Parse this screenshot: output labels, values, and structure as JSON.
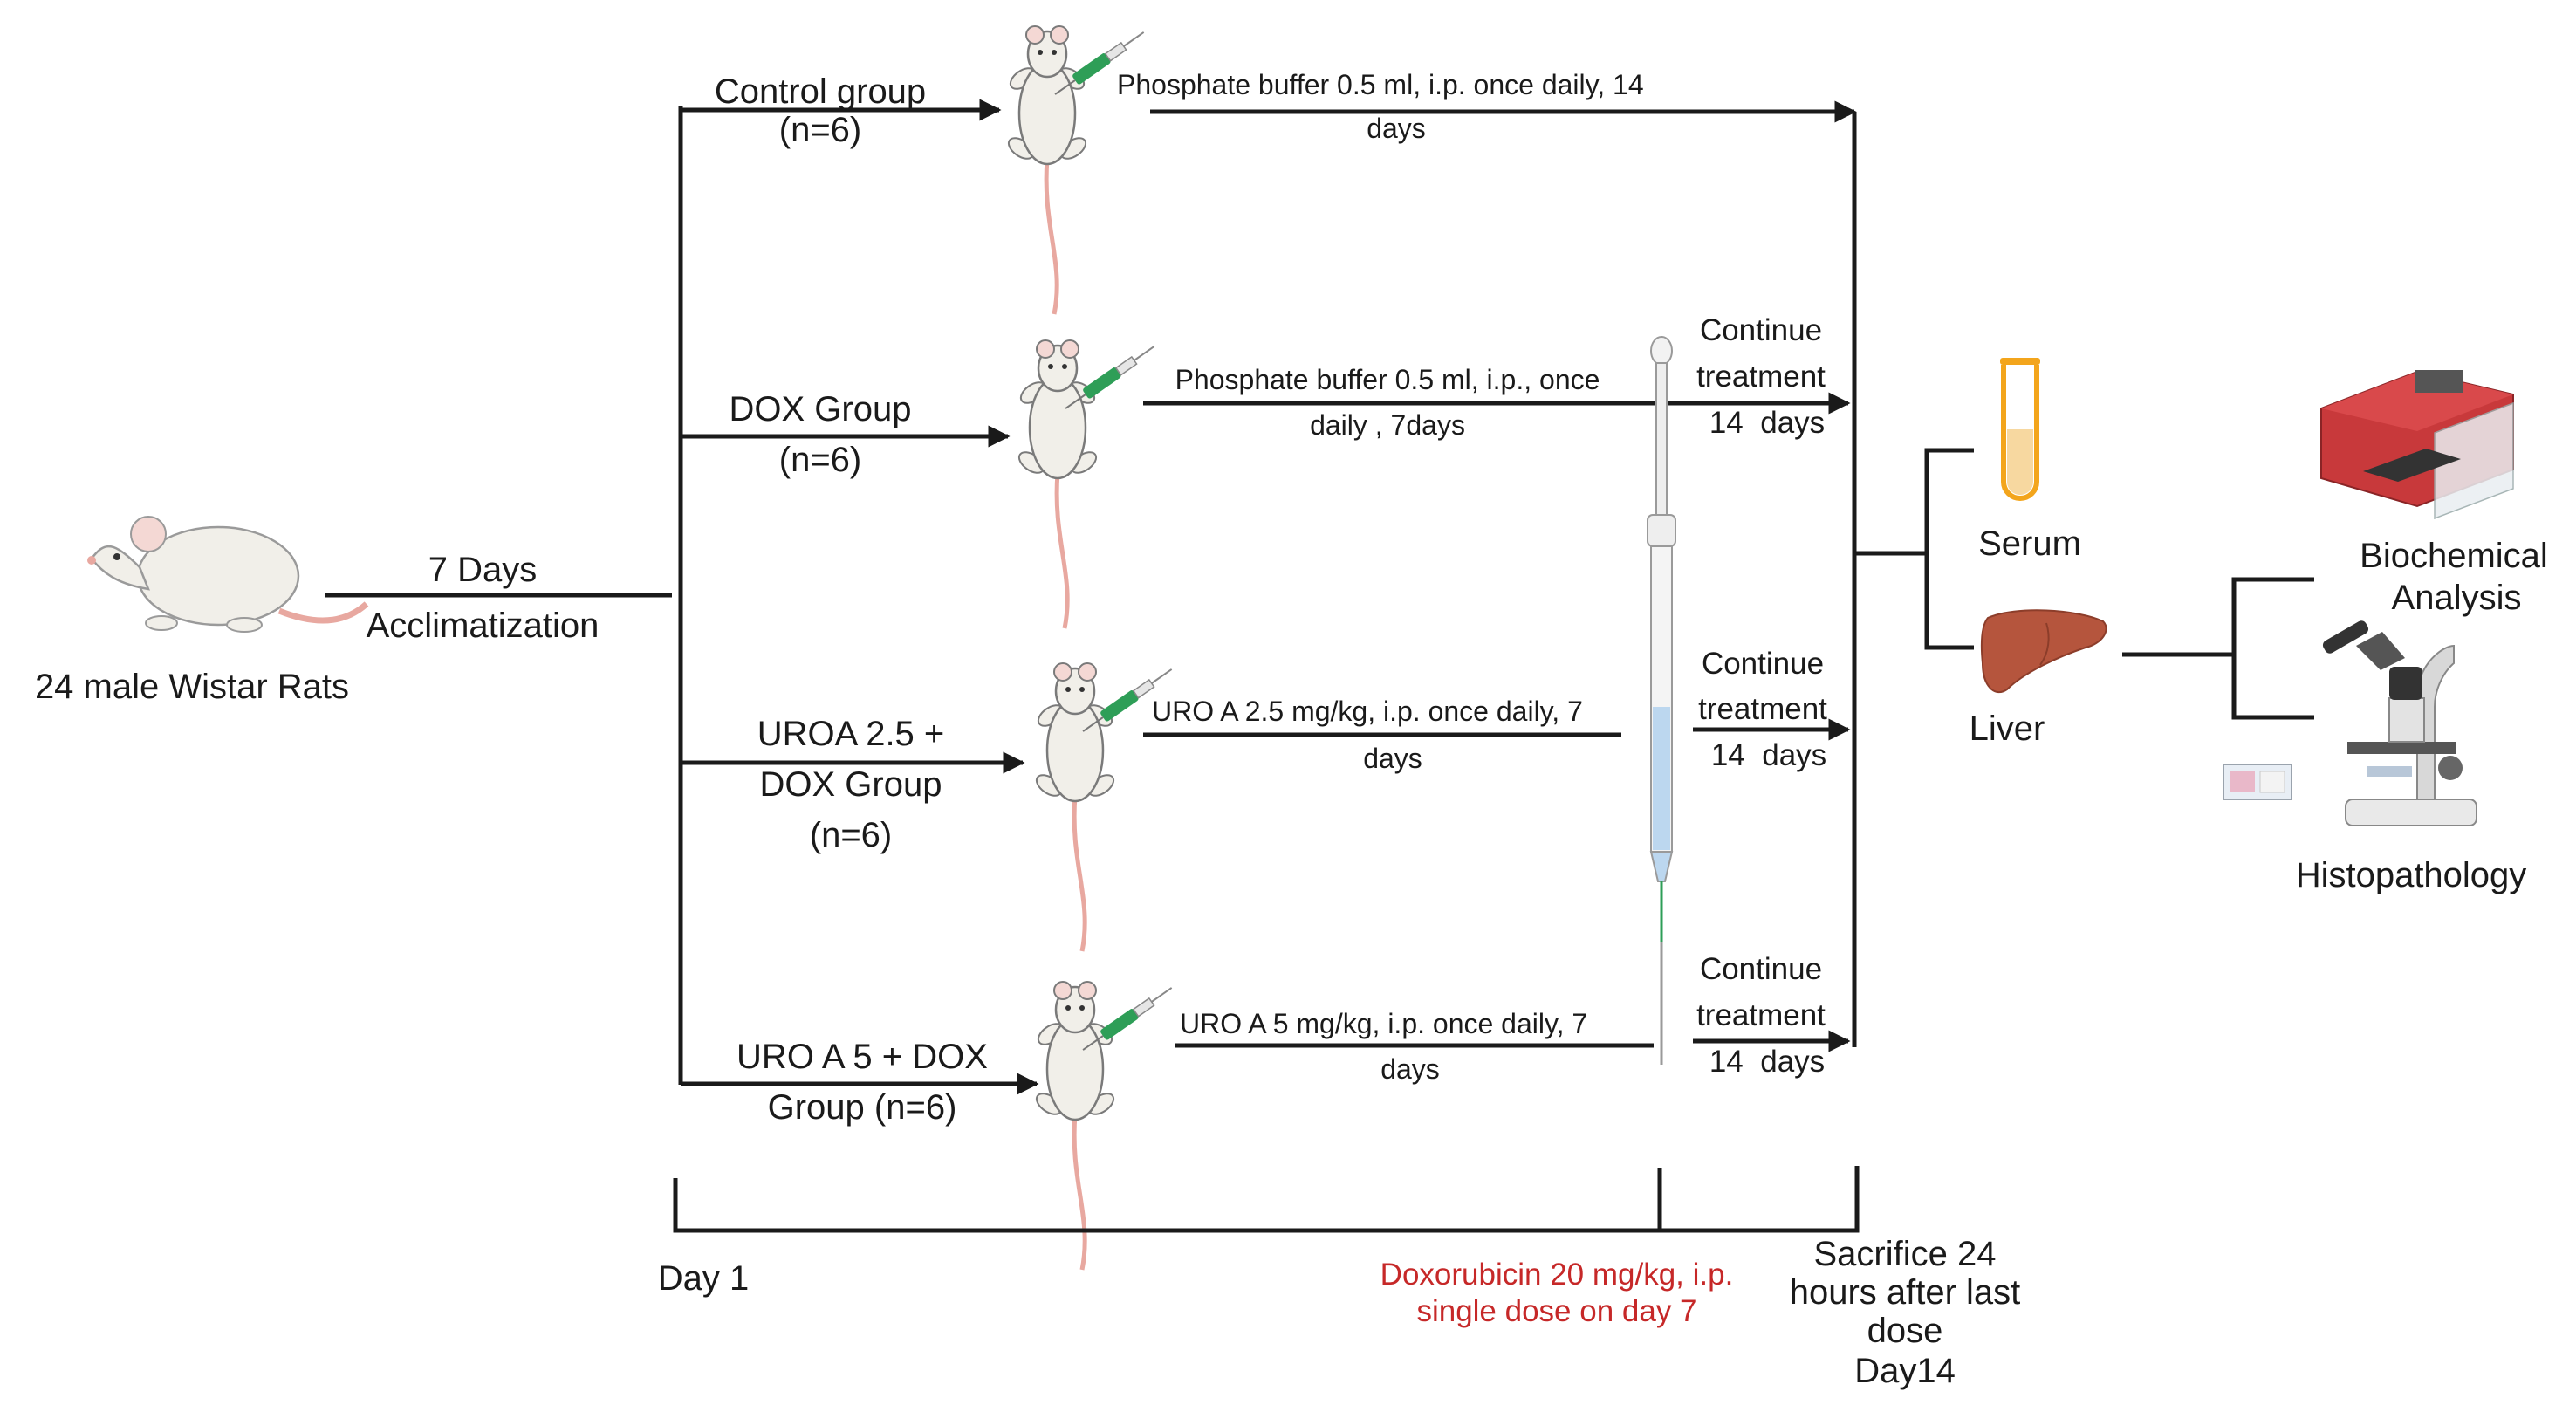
{
  "source": {
    "line1": "24 male Wistar Rats",
    "duration": "7 Days",
    "phase": "Acclimatization"
  },
  "groups": [
    {
      "name_line1": "Control group",
      "name_line2": "(n=6)",
      "name_line3": "",
      "treatment_line1": "Phosphate buffer 0.5 ml, i.p. once daily, 14",
      "treatment_line2": "days"
    },
    {
      "name_line1": "DOX Group",
      "name_line2": "(n=6)",
      "name_line3": "",
      "treatment_line1": "Phosphate buffer 0.5 ml, i.p., once",
      "treatment_line2": "daily , 7days"
    },
    {
      "name_line1": "UROA 2.5 +",
      "name_line2": "DOX Group",
      "name_line3": "(n=6)",
      "treatment_line1": "URO A 2.5 mg/kg, i.p. once daily, 7",
      "treatment_line2": "days"
    },
    {
      "name_line1": "URO A 5 + DOX",
      "name_line2": "Group (n=6)",
      "name_line3": "",
      "treatment_line1": "URO A 5 mg/kg, i.p. once daily, 7",
      "treatment_line2": "days"
    }
  ],
  "continue_label": {
    "line1": "Continue",
    "line2": "treatment",
    "line3": "14  days"
  },
  "outcomes": {
    "serum": "Serum",
    "liver": "Liver",
    "biochemical_line1": "Biochemical",
    "biochemical_line2": "Analysis",
    "histopathology": "Histopathology"
  },
  "timeline": {
    "day1": "Day 1",
    "dox_line1": "Doxorubicin 20 mg/kg, i.p.",
    "dox_line2": "single dose on day 7",
    "sacrifice_line1": "Sacrifice 24",
    "sacrifice_line2": "hours after last",
    "sacrifice_line3": "dose",
    "sacrifice_line4": "Day14"
  },
  "colors": {
    "line": "#1a1a1a",
    "dox_text": "#c62828",
    "rat_body": "#f1efe9",
    "rat_tail": "#e8a8a0",
    "syringe": "#2e9e57",
    "serum_tube": "#f3a51c",
    "liver": "#b5553d",
    "device_red": "#c8393b"
  },
  "icons": [
    "rat-icon",
    "injected-rat-icon",
    "syringe-icon",
    "pipette-icon",
    "test-tube-icon",
    "liver-icon",
    "plate-reader-icon",
    "microscope-icon",
    "slide-icon"
  ]
}
